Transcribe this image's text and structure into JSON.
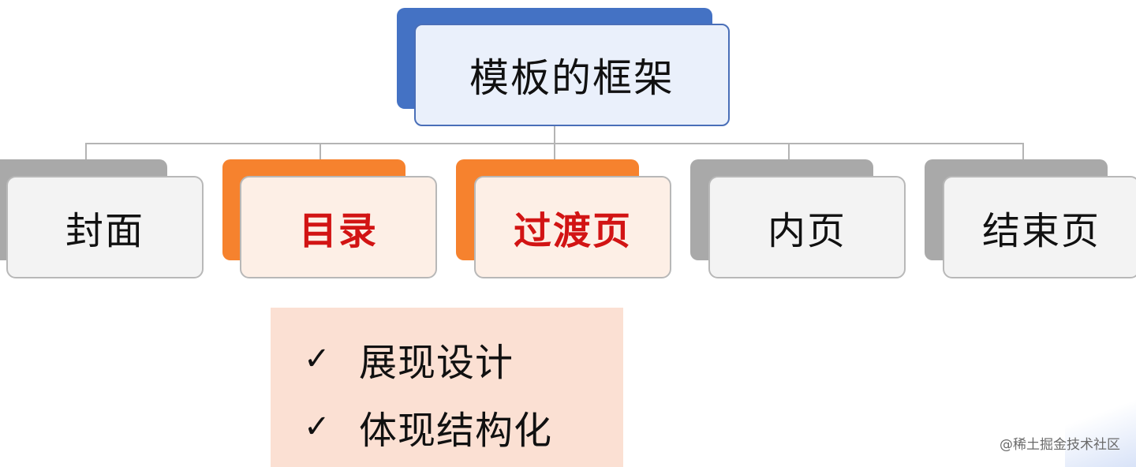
{
  "root": {
    "label": "模板的框架"
  },
  "nodes": [
    {
      "label": "封面",
      "style": "gray"
    },
    {
      "label": "目录",
      "style": "orange"
    },
    {
      "label": "过渡页",
      "style": "orange"
    },
    {
      "label": "内页",
      "style": "gray"
    },
    {
      "label": "结束页",
      "style": "gray"
    }
  ],
  "detail": {
    "items": [
      {
        "check": "✓",
        "text": "展现设计"
      },
      {
        "check": "✓",
        "text": "体现结构化"
      }
    ]
  },
  "watermark": "@稀土掘金技术社区",
  "colors": {
    "root_accent": "#4472c4",
    "orange_accent": "#f6822e",
    "gray_accent": "#a9a9a9",
    "highlight_text": "#d21414",
    "detail_bg": "#fbe0d3"
  }
}
